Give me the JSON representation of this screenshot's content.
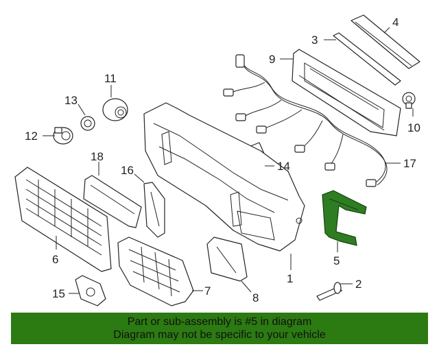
{
  "diagram": {
    "callouts": [
      {
        "id": "1",
        "label": "1"
      },
      {
        "id": "2",
        "label": "2"
      },
      {
        "id": "3",
        "label": "3"
      },
      {
        "id": "4",
        "label": "4"
      },
      {
        "id": "5",
        "label": "5"
      },
      {
        "id": "6",
        "label": "6"
      },
      {
        "id": "7",
        "label": "7"
      },
      {
        "id": "8",
        "label": "8"
      },
      {
        "id": "9",
        "label": "9"
      },
      {
        "id": "10",
        "label": "10"
      },
      {
        "id": "11",
        "label": "11"
      },
      {
        "id": "12",
        "label": "12"
      },
      {
        "id": "13",
        "label": "13"
      },
      {
        "id": "14",
        "label": "14"
      },
      {
        "id": "15",
        "label": "15"
      },
      {
        "id": "16",
        "label": "16"
      },
      {
        "id": "17",
        "label": "17"
      },
      {
        "id": "18",
        "label": "18"
      }
    ],
    "highlighted_part": "5",
    "highlight_color": "#2f7d22"
  },
  "banner": {
    "line1": "Part or sub-assembly is #5 in diagram",
    "line2": "Diagram may not be specific to your vehicle",
    "background": "#2c7a12"
  }
}
